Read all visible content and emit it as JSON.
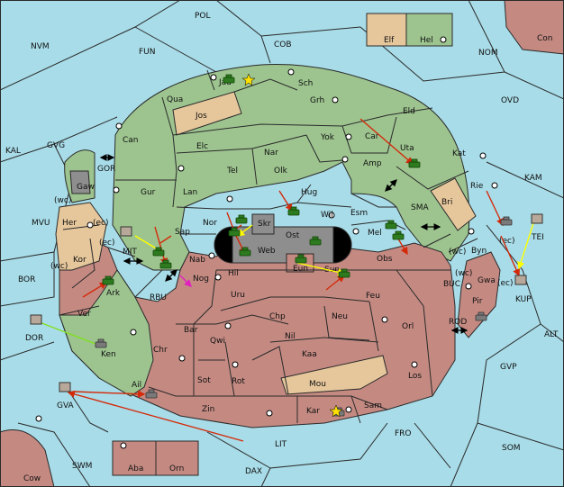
{
  "colors": {
    "sea": "#a8dce8",
    "green": "#9dc48f",
    "red": "#c48a82",
    "tan": "#e6c79c",
    "gray": "#8e8e8e",
    "border": "#2a2a2a",
    "move_red": "#d42a0a",
    "move_yellow": "#ffff00",
    "move_green": "#80e020",
    "move_magenta": "#e020c0"
  },
  "seas": {
    "pol": "POL",
    "nvm": "NVM",
    "fun": "FUN",
    "cob": "COB",
    "nom": "NOM",
    "con": "Con",
    "kal": "KAL",
    "gvg": "GVG",
    "ovd": "OVD",
    "kam": "KAM",
    "gor": "GOR",
    "sma": "SMA",
    "mvu": "MVU",
    "mit": "MIT",
    "bor": "BOR",
    "rbu": "RBU",
    "tei": "TEI",
    "buc": "BUC",
    "kup": "KUP",
    "dor": "DOR",
    "rod": "ROD",
    "alt": "ALT",
    "gvp": "GVP",
    "gva": "GVA",
    "fro": "FRO",
    "lit": "LIT",
    "som": "SOM",
    "swm": "SWM",
    "dax": "DAX",
    "cow": "Cow"
  },
  "provinces": {
    "elf": "Elf",
    "hel": "Hel",
    "jad": "Jad",
    "sch": "Sch",
    "qua": "Qua",
    "jos": "Jos",
    "grh": "Grh",
    "eld": "Eld",
    "can": "Can",
    "elc": "Elc",
    "nar": "Nar",
    "yok": "Yok",
    "car": "Car",
    "uta": "Uta",
    "tel": "Tel",
    "olk": "Olk",
    "amp": "Amp",
    "kat": "Kat",
    "gaw": "Gaw",
    "gur": "Gur",
    "lan": "Lan",
    "hug": "Hug",
    "rie": "Rie",
    "bri": "Bri",
    "her": "Her",
    "nor": "Nor",
    "skr": "Skr",
    "wil": "Wil",
    "esm": "Esm",
    "sap": "Sap",
    "ost": "Ost",
    "web": "Web",
    "mel": "Mel",
    "byn": "Byn",
    "kor": "Kor",
    "nab": "Nab",
    "hil": "Hil",
    "eun": "Eun",
    "sun": "Sun",
    "obs": "Obs",
    "gwa": "Gwa",
    "ark": "Ark",
    "nog": "Nog",
    "uru": "Uru",
    "feu": "Feu",
    "pir": "Pir",
    "ver": "Ver",
    "chp": "Chp",
    "neu": "Neu",
    "orl": "Orl",
    "bar": "Bar",
    "qwi": "Qwi",
    "nil": "Nil",
    "ken": "Ken",
    "chr": "Chr",
    "kaa": "Kaa",
    "los": "Los",
    "sot": "Sot",
    "rot": "Rot",
    "mou": "Mou",
    "ail": "Ail",
    "zin": "Zin",
    "kar": "Kar",
    "sam": "Sam",
    "aba": "Aba",
    "orn": "Orn"
  },
  "coast_notes": {
    "wc_her": "(wc)",
    "ec_her": "(ec)",
    "ec_kor": "(ec)",
    "wc_kor": "(wc)",
    "wc_byn": "(wc)",
    "ec_byn": "(ec)",
    "wc_gwa": "(wc)",
    "ec_gwa": "(ec)"
  }
}
